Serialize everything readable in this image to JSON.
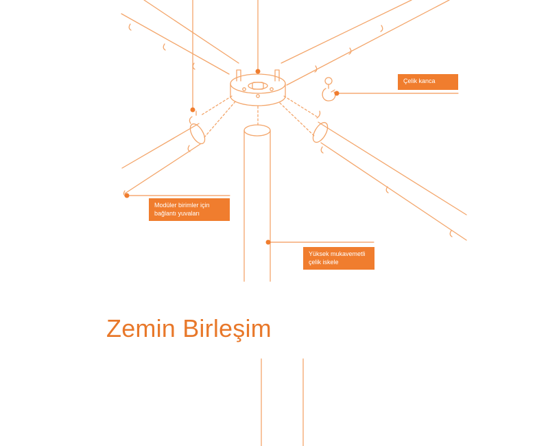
{
  "title": "Zemin Birleşim",
  "labels": {
    "steel_hook": "Çelik kanca",
    "module_slots_line1": "Modüler birimler için",
    "module_slots_line2": "bağlantı yuvaları",
    "scaffold_line1": "Yüksek mukavemetli",
    "scaffold_line2": "çelik iskele"
  },
  "colors": {
    "accent": "#f07d2e",
    "line": "#f3a56a",
    "text": "#e8782a"
  }
}
